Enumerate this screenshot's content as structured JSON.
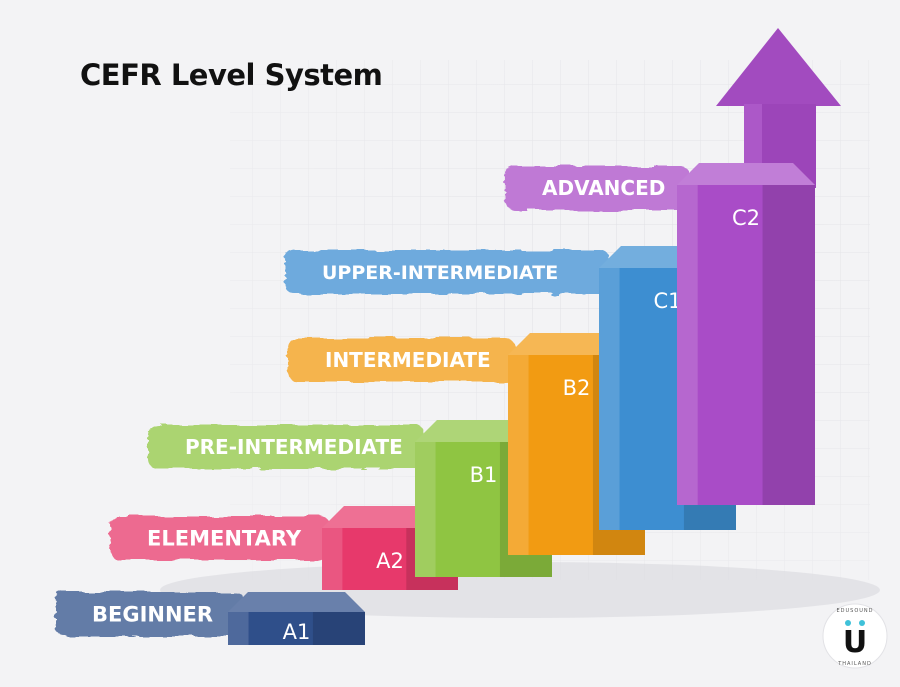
{
  "title": "CEFR Level System",
  "levels": [
    {
      "code": "A1",
      "name": "BEGINNER",
      "color": "#2f4f8a"
    },
    {
      "code": "A2",
      "name": "ELEMENTARY",
      "color": "#e7396b"
    },
    {
      "code": "B1",
      "name": "PRE-INTERMEDIATE",
      "color": "#8fc542"
    },
    {
      "code": "B2",
      "name": "INTERMEDIATE",
      "color": "#f29b12"
    },
    {
      "code": "C1",
      "name": "UPPER-INTERMEDIATE",
      "color": "#3d8ed1"
    },
    {
      "code": "C2",
      "name": "ADVANCED",
      "color": "#a94cc7"
    }
  ],
  "logo": {
    "letter": "U",
    "ring_top": "EDUSOUND",
    "ring_bottom": "THAILAND"
  }
}
